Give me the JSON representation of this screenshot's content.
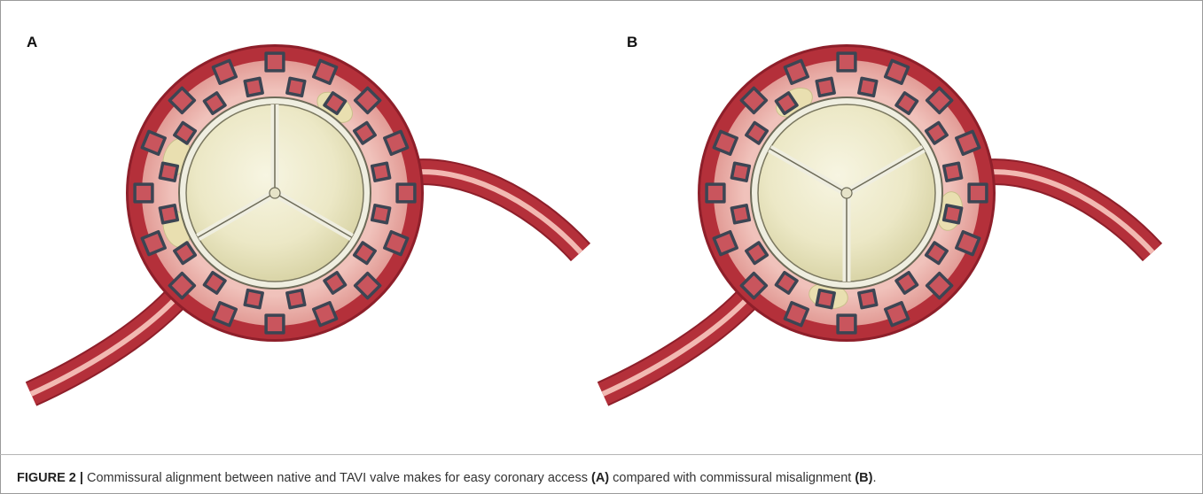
{
  "figure": {
    "panels": [
      {
        "label": "A"
      },
      {
        "label": "B"
      }
    ],
    "caption": {
      "prefix": "FIGURE 2 |",
      "text_1": " Commissural alignment between native and TAVI valve makes for easy coronary access ",
      "ref_a": "(A)",
      "text_2": " compared with commissural misalignment ",
      "ref_b": "(B)",
      "text_3": "."
    }
  },
  "colors": {
    "vessel_outer": "#b4303a",
    "vessel_inner": "#f2b9b2",
    "stent_strut": "#3c4553",
    "cell_fill": "#c9555d",
    "leaflet": "#efeccb",
    "leaflet_shade": "#d9d5a7",
    "native_tissue": "#e9dfb0"
  }
}
